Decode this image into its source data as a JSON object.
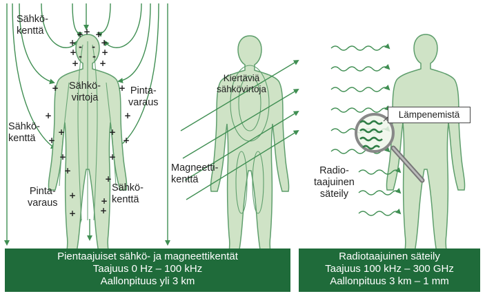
{
  "left_panel": {
    "labels": {
      "sahko_top": [
        "Sähkö-",
        "kenttä"
      ],
      "sahkovirtoja": [
        "Sähkö-",
        "virtoja"
      ],
      "pintavaraus_right": [
        "Pinta-",
        "varaus"
      ],
      "sahko_mid": [
        "Sähkö-",
        "kenttä"
      ],
      "pintavaraus_left": [
        "Pinta-",
        "varaus"
      ],
      "sahko_low": [
        "Sähkö-",
        "kenttä"
      ]
    }
  },
  "middle_panel": {
    "labels": {
      "kiertavia": [
        "Kiertäviä",
        "sähkövirtoja"
      ],
      "magneettikentta": [
        "Magneetti-",
        "kenttä"
      ]
    }
  },
  "right_panel": {
    "labels": {
      "lampenemista": "Lämpenemistä",
      "radiotaajuinen": [
        "Radio-",
        "taajuinen",
        "säteily"
      ]
    }
  },
  "captions": {
    "low_freq": {
      "title": "Pientaajuiset sähkö- ja magneettikentät",
      "frequency": "Taajuus 0 Hz – 100 kHz",
      "wavelength": "Aallonpituus yli 3 km"
    },
    "radio_freq": {
      "title": "Radiotaajuinen säteily",
      "frequency": "Taajuus 100 kHz – 300 GHz",
      "wavelength": "Aallonpituus 3 km – 1 mm"
    }
  },
  "colors": {
    "body_fill": "#cfe3c6",
    "body_outline": "#5e9e6c",
    "arrow": "#3f8e52",
    "panel_bg": "#1f6b3a",
    "panel_text": "#ffffff"
  }
}
